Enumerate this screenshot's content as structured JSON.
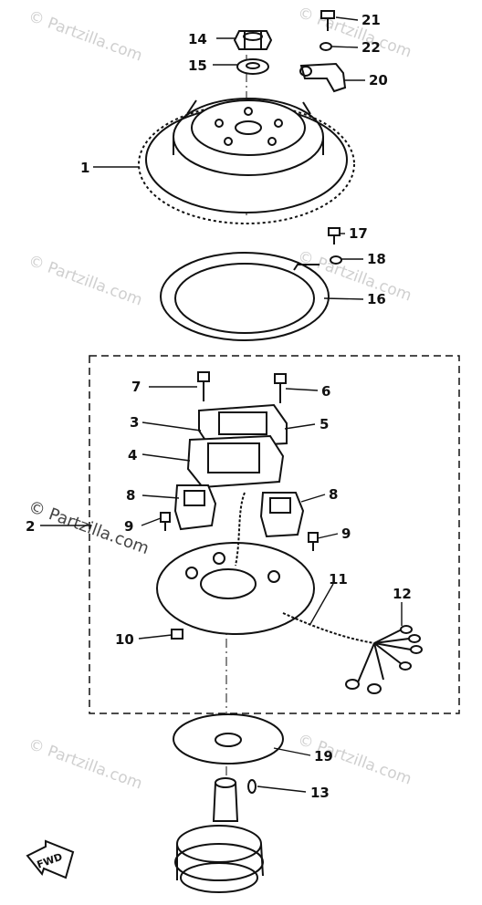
{
  "watermark": "© Partzilla.com",
  "fwd_label": "FWD",
  "callouts": [
    {
      "id": "c1",
      "label": "1"
    },
    {
      "id": "c2",
      "label": "2"
    },
    {
      "id": "c3",
      "label": "3"
    },
    {
      "id": "c4",
      "label": "4"
    },
    {
      "id": "c5",
      "label": "5"
    },
    {
      "id": "c6",
      "label": "6"
    },
    {
      "id": "c7",
      "label": "7"
    },
    {
      "id": "c8a",
      "label": "8"
    },
    {
      "id": "c8b",
      "label": "8"
    },
    {
      "id": "c9a",
      "label": "9"
    },
    {
      "id": "c9b",
      "label": "9"
    },
    {
      "id": "c10",
      "label": "10"
    },
    {
      "id": "c11",
      "label": "11"
    },
    {
      "id": "c12",
      "label": "12"
    },
    {
      "id": "c13",
      "label": "13"
    },
    {
      "id": "c14",
      "label": "14"
    },
    {
      "id": "c15",
      "label": "15"
    },
    {
      "id": "c16",
      "label": "16"
    },
    {
      "id": "c17",
      "label": "17"
    },
    {
      "id": "c18",
      "label": "18"
    },
    {
      "id": "c19",
      "label": "19"
    },
    {
      "id": "c20",
      "label": "20"
    },
    {
      "id": "c21",
      "label": "21"
    },
    {
      "id": "c22",
      "label": "22"
    }
  ]
}
